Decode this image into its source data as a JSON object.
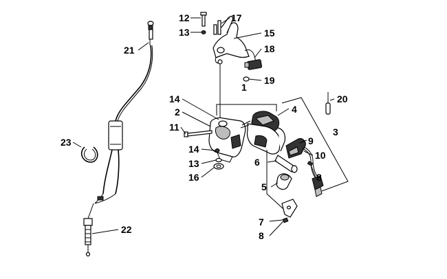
{
  "callouts": {
    "c1": "1",
    "c2": "2",
    "c3": "3",
    "c4": "4",
    "c5": "5",
    "c6": "6",
    "c7": "7",
    "c8a": "8",
    "c8b": "8",
    "c9": "9",
    "c10": "10",
    "c11": "11",
    "c12": "12",
    "c13a": "13",
    "c13b": "13",
    "c14a": "14",
    "c14b": "14",
    "c15": "15",
    "c16": "16",
    "c17": "17",
    "c18": "18",
    "c19": "19",
    "c20": "20",
    "c21": "21",
    "c22": "22",
    "c23": "23"
  }
}
